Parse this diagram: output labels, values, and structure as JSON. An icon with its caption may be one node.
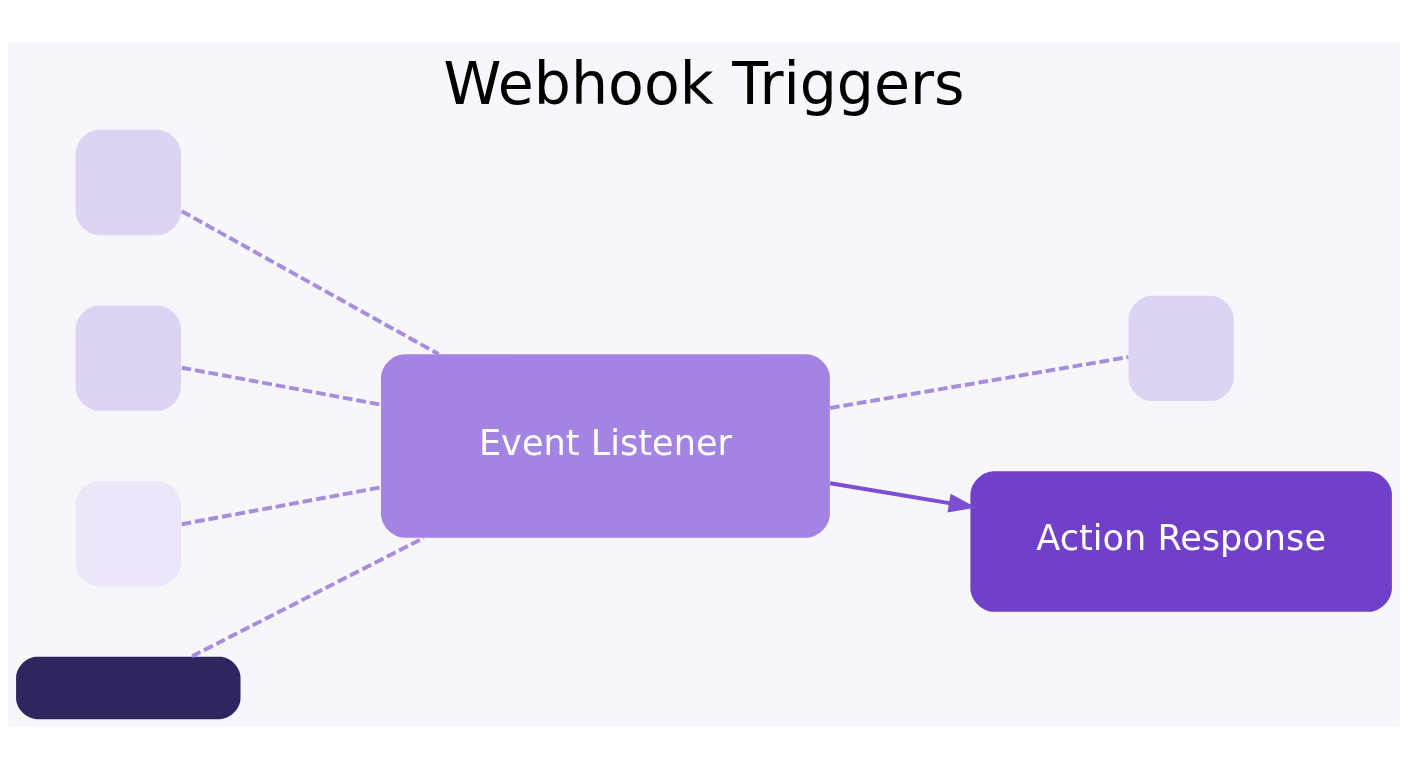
{
  "diagram": {
    "title": "Webhook Triggers",
    "nodes": [
      {
        "text": [],
        "shape": "box"
      },
      {
        "text": [],
        "shape": "box"
      },
      {
        "text": [],
        "shape": "box"
      },
      {
        "text": [
          "Event Listener"
        ]
      },
      {
        "text": [],
        "shape": "box"
      },
      {
        "text": [],
        "shape": "box"
      },
      {
        "text": [
          "Action Response"
        ]
      }
    ],
    "edges": [
      {
        "from": 0,
        "to": 3,
        "arrow": "none",
        "style": "dashed"
      },
      {
        "from": 1,
        "to": 3,
        "arrow": "none",
        "style": "dashed"
      },
      {
        "from": 2,
        "to": 3,
        "arrow": "none",
        "style": "dashed"
      },
      {
        "from": 5,
        "to": 3,
        "arrow": "none",
        "style": "dashed"
      },
      {
        "from": 3,
        "to": 4,
        "arrow": "none",
        "style": "dashed"
      },
      {
        "from": 3,
        "to": 6,
        "arrow": "to",
        "color": "#7b4fd0"
      }
    ]
  }
}
